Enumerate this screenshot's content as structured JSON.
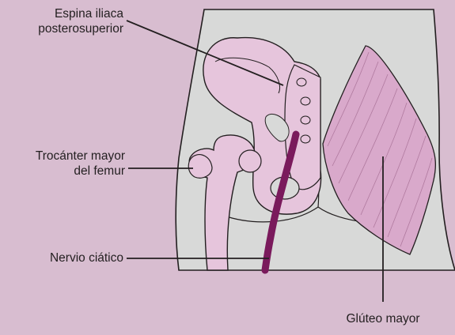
{
  "labels": {
    "espina": {
      "line1": "Espina iliaca",
      "line2": "posterosuperior"
    },
    "trocanter": {
      "line1": "Trocánter mayor",
      "line2": "del femur"
    },
    "nervio": "Nervio ciático",
    "gluteo": "Glúteo mayor"
  },
  "colors": {
    "background": "#d8bdd0",
    "body": "#d8d9d8",
    "bone": "#e6c5dc",
    "muscle": "#d9a9cb",
    "nerve": "#7a1a5c",
    "outline": "#231f20"
  }
}
